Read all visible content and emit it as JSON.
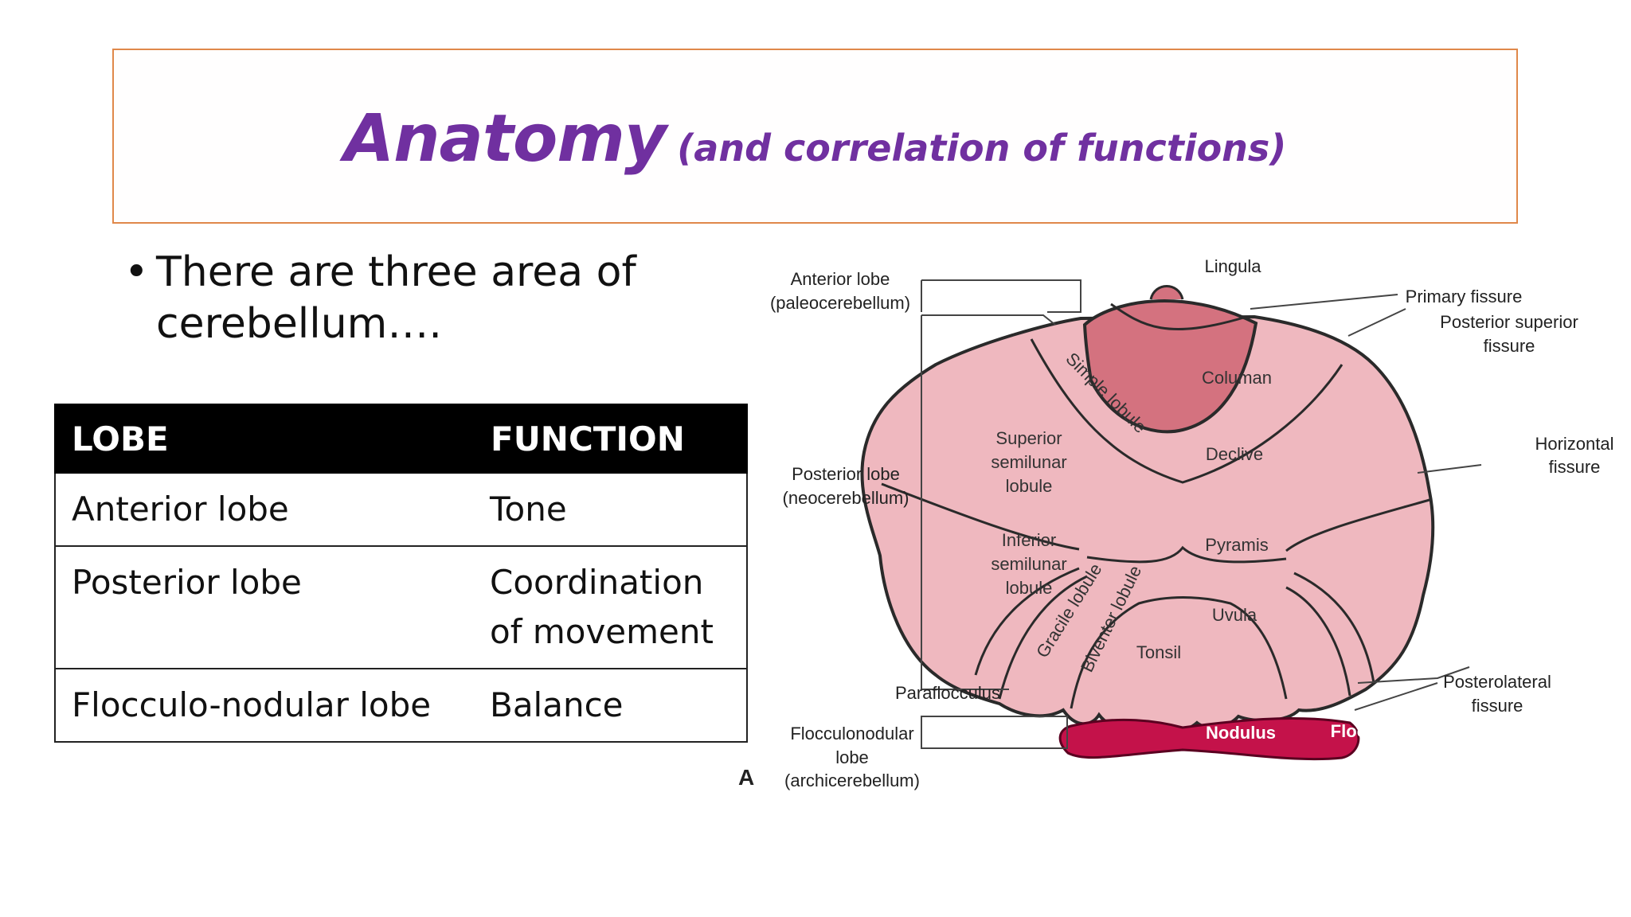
{
  "title": {
    "main": "Anatomy",
    "subtitle": "(and correlation of functions)"
  },
  "bullet": {
    "line1": "There are three area of",
    "line2": "cerebellum…."
  },
  "table": {
    "headers": [
      "LOBE",
      "FUNCTION"
    ],
    "rows": [
      {
        "lobe": "Anterior lobe",
        "function_lines": [
          "Tone"
        ]
      },
      {
        "lobe": "Posterior lobe",
        "function_lines": [
          "Coordination",
          "of movement"
        ]
      },
      {
        "lobe": "Flocculo-nodular lobe",
        "function_lines": [
          "Balance"
        ]
      }
    ]
  },
  "diagram": {
    "panel_letter": "A",
    "left_labels": {
      "anterior": [
        "Anterior lobe",
        "(paleocerebellum)"
      ],
      "posterior": [
        "Posterior lobe",
        "(neocerebellum)"
      ],
      "paraflocculus": "Paraflocculus",
      "flocculonodular": [
        "Flocculonodular",
        "lobe",
        "(archicerebellum)"
      ]
    },
    "right_labels": {
      "lingula": "Lingula",
      "primary_fissure": "Primary fissure",
      "posterior_superior_fissure": [
        "Posterior superior",
        "fissure"
      ],
      "horizontal_fissure": [
        "Horizontal",
        "fissure"
      ],
      "posterolateral_fissure": [
        "Posterolateral",
        "fissure"
      ]
    },
    "inner_labels": {
      "culmen": "Columan",
      "declive": "Declive",
      "simple_lobule": "Simple lobule",
      "superior_semilunar": [
        "Superior",
        "semilunar",
        "lobule"
      ],
      "inferior_semilunar": [
        "Inferior",
        "semilunar",
        "lobule"
      ],
      "pyramis": "Pyramis",
      "uvula": "Uvula",
      "tonsil": "Tonsil",
      "gracile_lobule": "Gracile lobule",
      "biventer_lobule": "Biventer lobule",
      "nodulus": "Nodulus",
      "flocculus": "Flocculus"
    },
    "colors": {
      "body": "#efb8bf",
      "culmen": "#d4727f",
      "nodule": "#c4124a"
    }
  }
}
